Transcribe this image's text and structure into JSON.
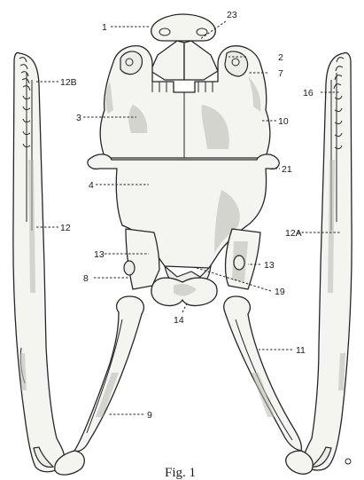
{
  "figure": {
    "caption": "Fig. 1",
    "labels": {
      "l1": "1",
      "l23": "23",
      "l2": "2",
      "l7": "7",
      "l12B": "12B",
      "l16": "16",
      "l3": "3",
      "l10": "10",
      "l21": "21",
      "l4": "4",
      "l12": "12",
      "l12A": "12A",
      "l13a": "13",
      "l13b": "13",
      "l8": "8",
      "l19": "19",
      "l14": "14",
      "l11": "11",
      "l9": "9"
    }
  }
}
